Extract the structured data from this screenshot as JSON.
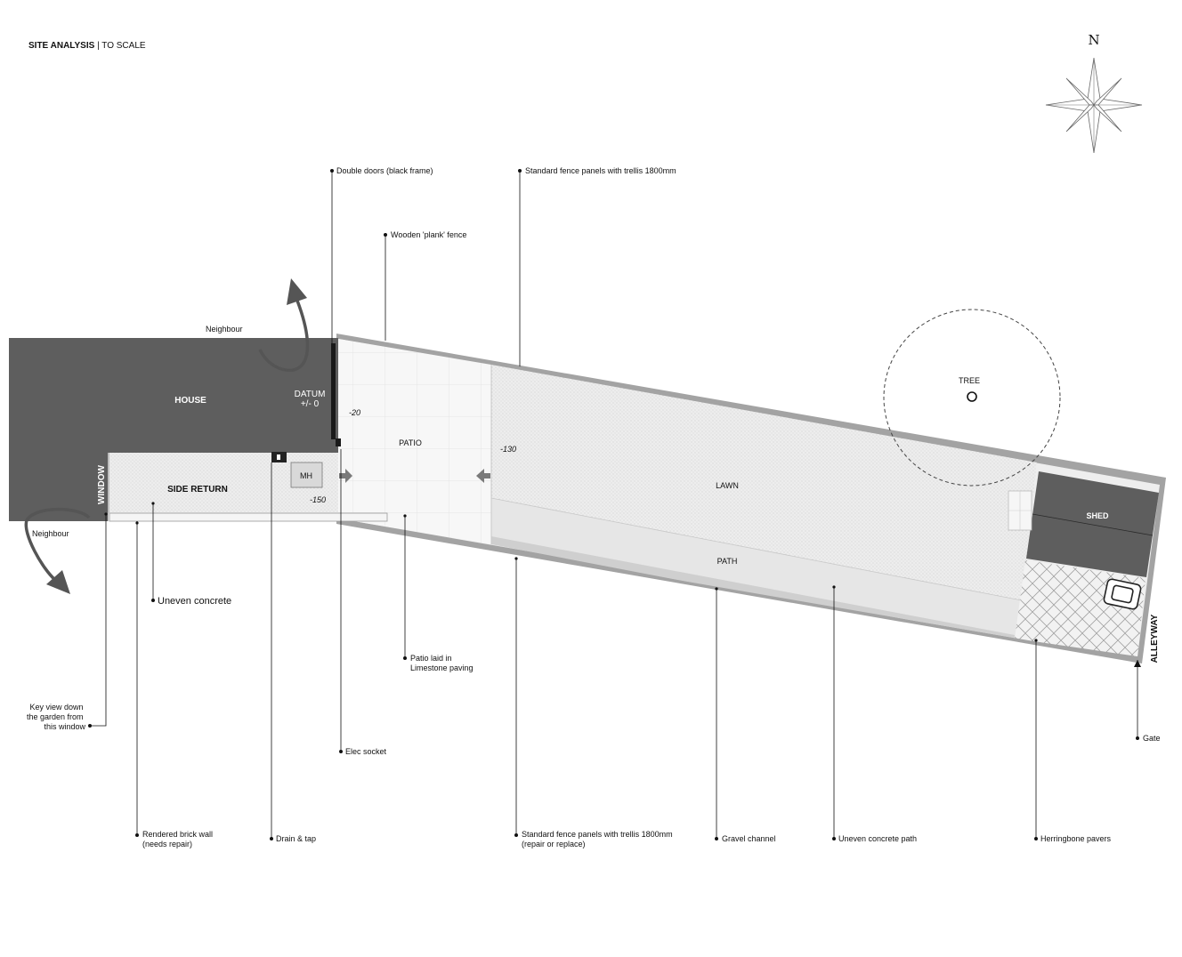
{
  "title": {
    "main": "SITE ANALYSIS",
    "separator": "|",
    "sub": "TO SCALE"
  },
  "compass": {
    "label": "N"
  },
  "zones": {
    "house": "HOUSE",
    "datum_line1": "DATUM",
    "datum_line2": "+/- 0",
    "side_return": "SIDE RETURN",
    "window": "WINDOW",
    "manhole": "MH",
    "patio": "PATIO",
    "lawn": "LAWN",
    "path": "PATH",
    "shed": "SHED",
    "tree": "TREE",
    "alleyway": "ALLEYWAY",
    "neighbour_top": "Neighbour",
    "neighbour_bottom": "Neighbour"
  },
  "levels": {
    "patio": "-20",
    "lawn": "-130",
    "side_return": "-150"
  },
  "annotations": {
    "double_doors": "Double doors (black frame)",
    "fence_top": "Standard fence panels with trellis 1800mm",
    "plank_fence": "Wooden 'plank' fence",
    "uneven_concrete": "Uneven concrete",
    "patio_line1": "Patio laid in",
    "patio_line2": "Limestone paving",
    "key_view_line1": "Key view down",
    "key_view_line2": "the garden from",
    "key_view_line3": "this window",
    "elec_socket": "Elec socket",
    "brick_wall_line1": "Rendered brick wall",
    "brick_wall_line2": "(needs repair)",
    "drain_tap": "Drain & tap",
    "fence_bottom_line1": "Standard fence panels with trellis 1800mm",
    "fence_bottom_line2": "(repair or replace)",
    "gravel_channel": "Gravel channel",
    "uneven_path": "Uneven concrete path",
    "herringbone": "Herringbone pavers",
    "gate": "Gate"
  },
  "colors": {
    "building": "#5e5e5e",
    "fence": "#9a9a9a",
    "paving": "#f5f5f5",
    "lawn": "#ececec",
    "path": "#e4e4e4",
    "side_return": "#eeeeee",
    "arrow": "#555555",
    "leader": "#111111"
  }
}
